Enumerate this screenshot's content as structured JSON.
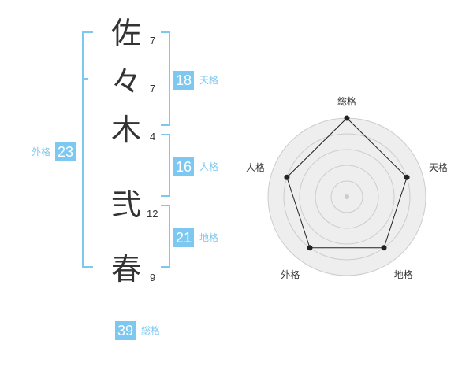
{
  "name": {
    "characters": [
      {
        "char": "佐",
        "strokes": "7"
      },
      {
        "char": "々",
        "strokes": "7"
      },
      {
        "char": "木",
        "strokes": "4"
      },
      {
        "char": "弐",
        "strokes": "12"
      },
      {
        "char": "春",
        "strokes": "9"
      }
    ]
  },
  "fortune": {
    "tenkaku": {
      "value": "18",
      "label": "天格"
    },
    "jinkaku": {
      "value": "16",
      "label": "人格"
    },
    "chikaku": {
      "value": "21",
      "label": "地格"
    },
    "gaikaku": {
      "value": "23",
      "label": "外格"
    },
    "soukaku": {
      "value": "39",
      "label": "総格"
    }
  },
  "colors": {
    "accent": "#7cc8f0",
    "text": "#333333",
    "radar_fill": "#eeeeee",
    "radar_grid": "#cccccc"
  },
  "chart_data": {
    "type": "radar",
    "axes": [
      "総格",
      "天格",
      "地格",
      "外格",
      "人格"
    ],
    "values": [
      1.0,
      0.8,
      0.8,
      0.8,
      0.8
    ],
    "range": [
      0,
      1
    ],
    "rings": 5
  }
}
